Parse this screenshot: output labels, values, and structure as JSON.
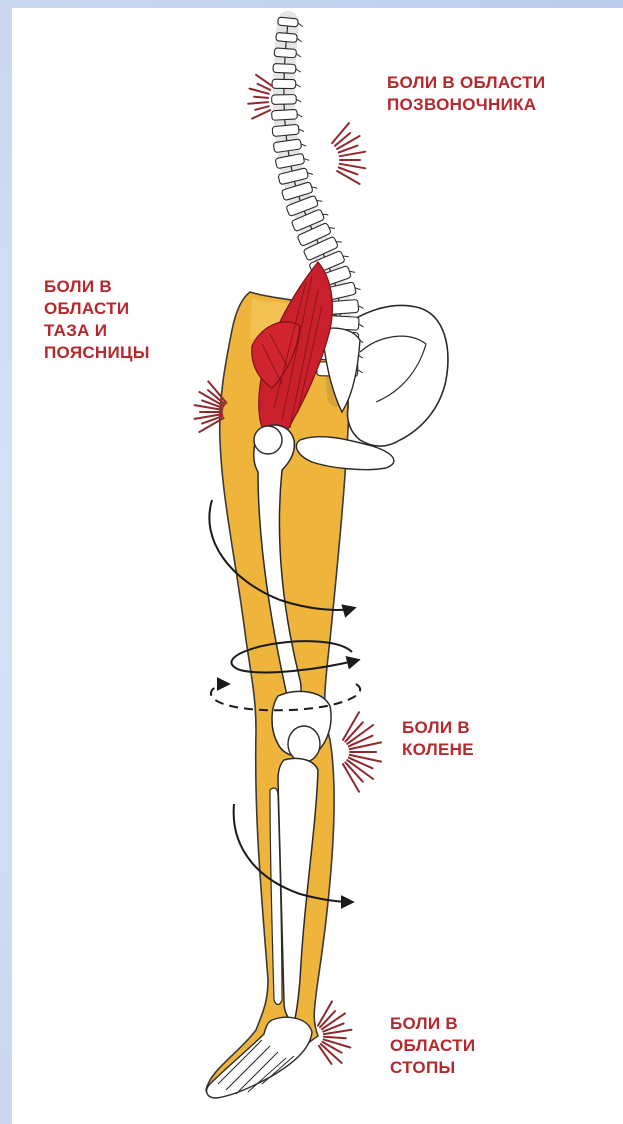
{
  "labels": {
    "spine": "БОЛИ В ОБЛАСТИ\nПОЗВОНОЧНИКА",
    "pelvis": "БОЛИ В\nОБЛАСТИ\nТАЗА И\nПОЯСНИЦЫ",
    "knee": "БОЛИ В\nКОЛЕНЕ",
    "foot": "БОЛИ В\nОБЛАСТИ\nСТОПЫ"
  },
  "colors": {
    "label": "#b5292c",
    "leg": "#eeb43c",
    "muscle": "#c8202c",
    "bone": "#ffffff",
    "outline": "#2a2a2a",
    "pain_lines": "#8e2a2d",
    "frame": "#c9d8ef"
  }
}
